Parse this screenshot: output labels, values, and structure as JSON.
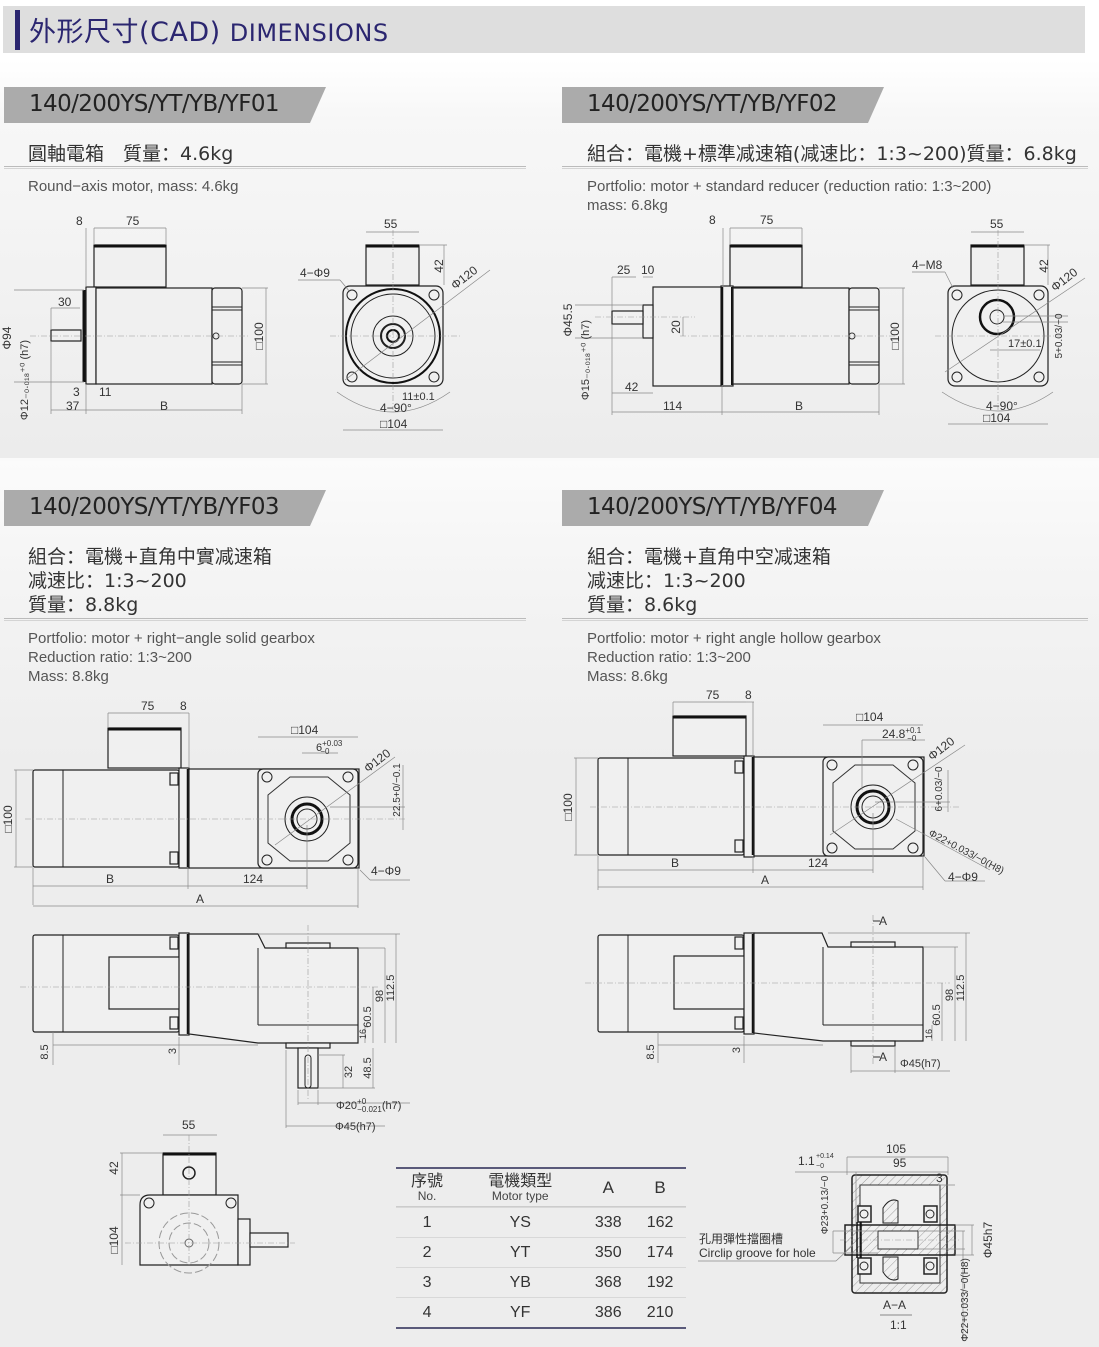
{
  "header": {
    "title_cn": "外形尺寸(CAD)",
    "title_en": "DIMENSIONS",
    "accent_color": "#2b2670"
  },
  "sections": [
    {
      "model": "140/200YS/YT/YB/YF01",
      "cn_lines": [
        "圓軸電箱　質量：4.6kg"
      ],
      "en_lines": [
        "Round−axis motor, mass: 4.6kg"
      ],
      "side_view_dims": {
        "top_8": "8",
        "top_75": "75",
        "shaft_30": "30",
        "phi94": "Φ94",
        "shaft_dia": "Φ12",
        "shaft_tol_up": "+0",
        "shaft_tol_low": "−0.018",
        "shaft_fit": "(h7)",
        "d3": "3",
        "d11": "11",
        "d37": "37",
        "B": "B",
        "sq100": "□100"
      },
      "front_view_dims": {
        "w55": "55",
        "h42": "42",
        "holes": "4−Φ9",
        "phi120": "Φ120",
        "d11": "11±0.1",
        "angle": "4−90°",
        "sq104": "□104"
      }
    },
    {
      "model": "140/200YS/YT/YB/YF02",
      "cn_lines": [
        "組合：電機+標準减速箱(减速比：1:3~200)質量：6.8kg"
      ],
      "en_lines": [
        "Portfolio: motor + standard reducer (reduction ratio: 1:3~200)",
        "mass: 6.8kg"
      ],
      "side_view_dims": {
        "top_8": "8",
        "top_75": "75",
        "d25": "25",
        "d10": "10",
        "phi45_5": "Φ45.5",
        "shaft_dia": "Φ15",
        "shaft_tol_up": "+0",
        "shaft_tol_low": "−0.018",
        "shaft_fit": "(h7)",
        "d20": "20",
        "d42": "42",
        "d114": "114",
        "B": "B",
        "sq100": "□100"
      },
      "front_view_dims": {
        "w55": "55",
        "h42": "42",
        "holes": "4−M8",
        "phi120": "Φ120",
        "d17": "17±0.1",
        "d5": "5+0.03/−0",
        "angle": "4−90°",
        "sq104": "□104"
      }
    },
    {
      "model": "140/200YS/YT/YB/YF03",
      "cn_lines": [
        "組合：電機+直角中實减速箱",
        "减速比：1:3~200",
        "質量：8.8kg"
      ],
      "en_lines": [
        "Portfolio: motor + right−angle solid gearbox",
        "Reduction ratio: 1:3~200",
        "Mass: 8.8kg"
      ],
      "top_view_dims": {
        "d75": "75",
        "d8": "8",
        "sq104": "□104",
        "key6": "6+0.03/−0",
        "phi120": "Φ120",
        "d22_5": "22.5+0/−0.1",
        "sq100": "□100",
        "holes": "4−Φ9",
        "B": "B",
        "d124": "124",
        "A": "A"
      },
      "side_view_dims": {
        "d8_5": "8.5",
        "d3": "3",
        "d16": "16",
        "d60_5": "60.5",
        "d98": "98",
        "d112_5": "112.5",
        "d32": "32",
        "d48_5": "48.5",
        "shaft": "Φ20+0/−0.021(h7)",
        "boss": "Φ45(h7)"
      },
      "end_view_dims": {
        "w55": "55",
        "h42": "42",
        "sq104": "□104"
      }
    },
    {
      "model": "140/200YS/YT/YB/YF04",
      "cn_lines": [
        "組合：電機+直角中空减速箱",
        "减速比：1:3~200",
        "質量：8.6kg"
      ],
      "en_lines": [
        "Portfolio: motor + right angle hollow gearbox",
        "Reduction ratio: 1:3~200",
        "Mass: 8.6kg"
      ],
      "top_view_dims": {
        "d75": "75",
        "d8": "8",
        "sq104": "□104",
        "d24_8": "24.8+0.1/−0",
        "phi120": "Φ120",
        "key6": "6+0.03/−0",
        "bore": "Φ22+0.033/−0(H8)",
        "sq100": "□100",
        "holes": "4−Φ9",
        "B": "B",
        "d124": "124",
        "A": "A"
      },
      "side_view_dims": {
        "d8_5": "8.5",
        "d3": "3",
        "d16": "16",
        "d60_5": "60.5",
        "d98": "98",
        "d112_5": "112.5",
        "section_mark": "A",
        "boss": "Φ45(h7)"
      },
      "section_view": {
        "d105": "105",
        "d95": "95",
        "d3": "3",
        "groove_w": "1.1",
        "groove_tol": "+0.14/−0",
        "phi23": "Φ23+0.13/−0",
        "phi45h7": "Φ45h7",
        "phi22": "Φ22+0.033/−0(H8)",
        "label_cn": "孔用彈性擋圈槽",
        "label_en": "Circlip groove for hole",
        "title": "A−A",
        "scale": "1:1"
      }
    }
  ],
  "table": {
    "headers": [
      {
        "cn": "序號",
        "en": "No."
      },
      {
        "cn": "電機類型",
        "en": "Motor type"
      },
      {
        "cn": "A",
        "en": ""
      },
      {
        "cn": "B",
        "en": ""
      }
    ],
    "rows": [
      {
        "no": "1",
        "type": "YS",
        "A": "338",
        "B": "162"
      },
      {
        "no": "2",
        "type": "YT",
        "A": "350",
        "B": "174"
      },
      {
        "no": "3",
        "type": "YB",
        "A": "368",
        "B": "192"
      },
      {
        "no": "4",
        "type": "YF",
        "A": "386",
        "B": "210"
      }
    ]
  }
}
